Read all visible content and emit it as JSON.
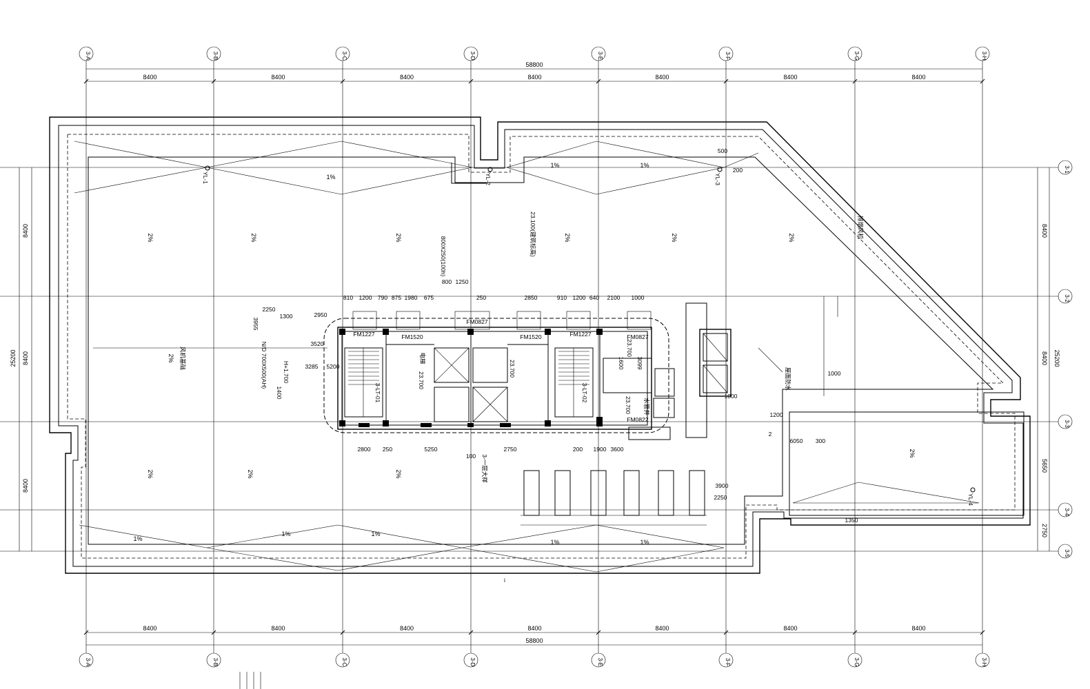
{
  "drawing": {
    "grid_x": [
      "3-A",
      "3-B",
      "3-C",
      "3-D",
      "3-E",
      "3-F",
      "3-G",
      "3-H"
    ],
    "grid_y": [
      "3-1",
      "3-2",
      "3-3",
      "3-4",
      "3-5"
    ],
    "span": "8400",
    "overall_x": "58800",
    "overall_y": "25200",
    "right_dims": [
      "8400",
      "8400",
      "5650",
      "2750"
    ],
    "left_dims": [
      "8400",
      "8400",
      "8400"
    ],
    "slopes": [
      "2%",
      "2%",
      "2%",
      "2%",
      "2%",
      "2%",
      "2%",
      "2%",
      "2%",
      "2%",
      "2%",
      "1%",
      "1%",
      "1%",
      "1%",
      "1%",
      "1%",
      "1%",
      "1%"
    ],
    "drains": [
      "YL-1",
      "YL-2",
      "YL-3",
      "YL-4"
    ],
    "doors": [
      "FM1227",
      "FM1520",
      "FM1520",
      "FM1227",
      "FM0827",
      "FM0827",
      "FM0822"
    ],
    "elevations": [
      "23.700",
      "23.700",
      "23.700",
      "23.700",
      "23.100(建筑标高)"
    ],
    "misc_labels": [
      "风机基础",
      "屋面防水",
      "排烟风机",
      "水管井",
      "电梯",
      "3-一层大样",
      "3-LT-01",
      "3-LT-02",
      "800X250(100h)",
      "N/D 700X500(AH)",
      "H+1.700",
      "1000",
      "500",
      "200",
      "2",
      "i"
    ],
    "inner_dims": [
      "810",
      "1200",
      "790",
      "875",
      "1980",
      "675",
      "800",
      "1250",
      "250",
      "2850",
      "910",
      "1200",
      "640",
      "2100",
      "1000",
      "2950",
      "1300",
      "2250",
      "3520",
      "3285",
      "5200",
      "2800",
      "250",
      "5250",
      "100",
      "2750",
      "200",
      "1900",
      "3600",
      "3955",
      "1400",
      "1600",
      "3099",
      "3900",
      "2250",
      "300",
      "6050",
      "1000",
      "1200",
      "1350"
    ]
  }
}
